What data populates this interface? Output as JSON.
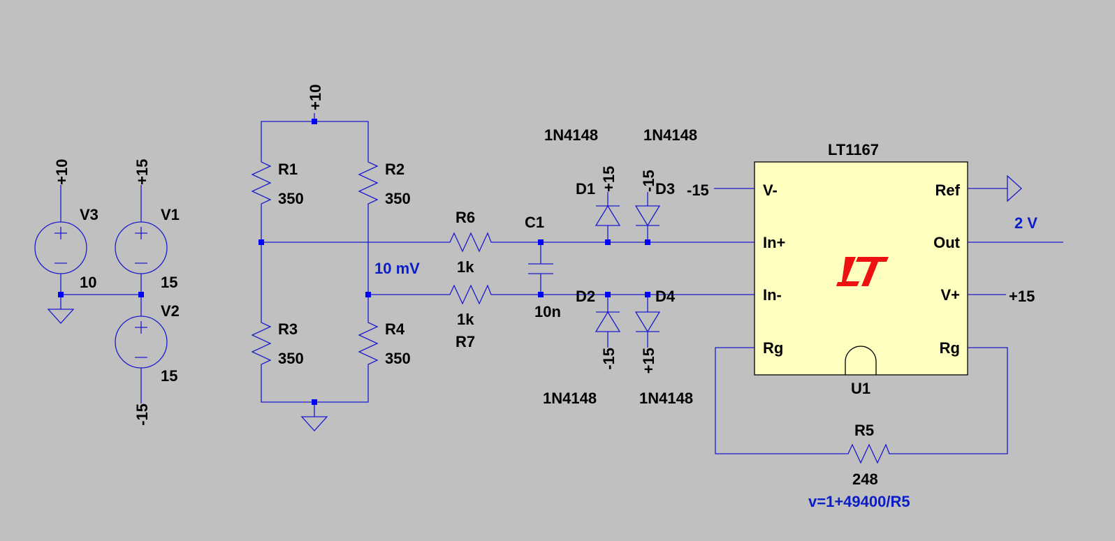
{
  "colors": {
    "background": "#c0c0c0",
    "wire": "#1a1acd",
    "junction": "#0000ff",
    "net_label": "#0a1ec8",
    "ic_body": "#ffffc0",
    "lt_logo": "#ee1111"
  },
  "sources": {
    "v3": {
      "name": "V3",
      "value": "10",
      "top_net": "+10"
    },
    "v1": {
      "name": "V1",
      "value": "15",
      "top_net": "+15"
    },
    "v2": {
      "name": "V2",
      "value": "15",
      "bottom_net": "-15"
    }
  },
  "bridge": {
    "supply_net": "+10",
    "r1": {
      "name": "R1",
      "value": "350"
    },
    "r2": {
      "name": "R2",
      "value": "350"
    },
    "r3": {
      "name": "R3",
      "value": "350"
    },
    "r4": {
      "name": "R4",
      "value": "350"
    },
    "node_label": "10 mV"
  },
  "filter": {
    "r6": {
      "name": "R6",
      "value": "1k"
    },
    "r7": {
      "name": "R7",
      "value": "1k"
    },
    "c1": {
      "name": "C1",
      "value": "10n"
    }
  },
  "diodes": {
    "d1": {
      "name": "D1",
      "model": "1N4148",
      "net": "+15"
    },
    "d3": {
      "name": "D3",
      "model": "1N4148",
      "net": "-15"
    },
    "d2": {
      "name": "D2",
      "model": "1N4148",
      "net": "-15"
    },
    "d4": {
      "name": "D4",
      "model": "1N4148",
      "net": "+15"
    }
  },
  "amp": {
    "part": "LT1167",
    "ref": "U1",
    "pins": {
      "vminus": "V-",
      "inplus": "In+",
      "inminus": "In-",
      "rg_left": "Rg",
      "ref": "Ref",
      "out": "Out",
      "vplus": "V+",
      "rg_right": "Rg"
    },
    "vminus_net": "-15",
    "vplus_net": "+15",
    "out_label": "2 V"
  },
  "gain": {
    "r5": {
      "name": "R5",
      "value": "248"
    },
    "formula": "v=1+49400/R5"
  }
}
